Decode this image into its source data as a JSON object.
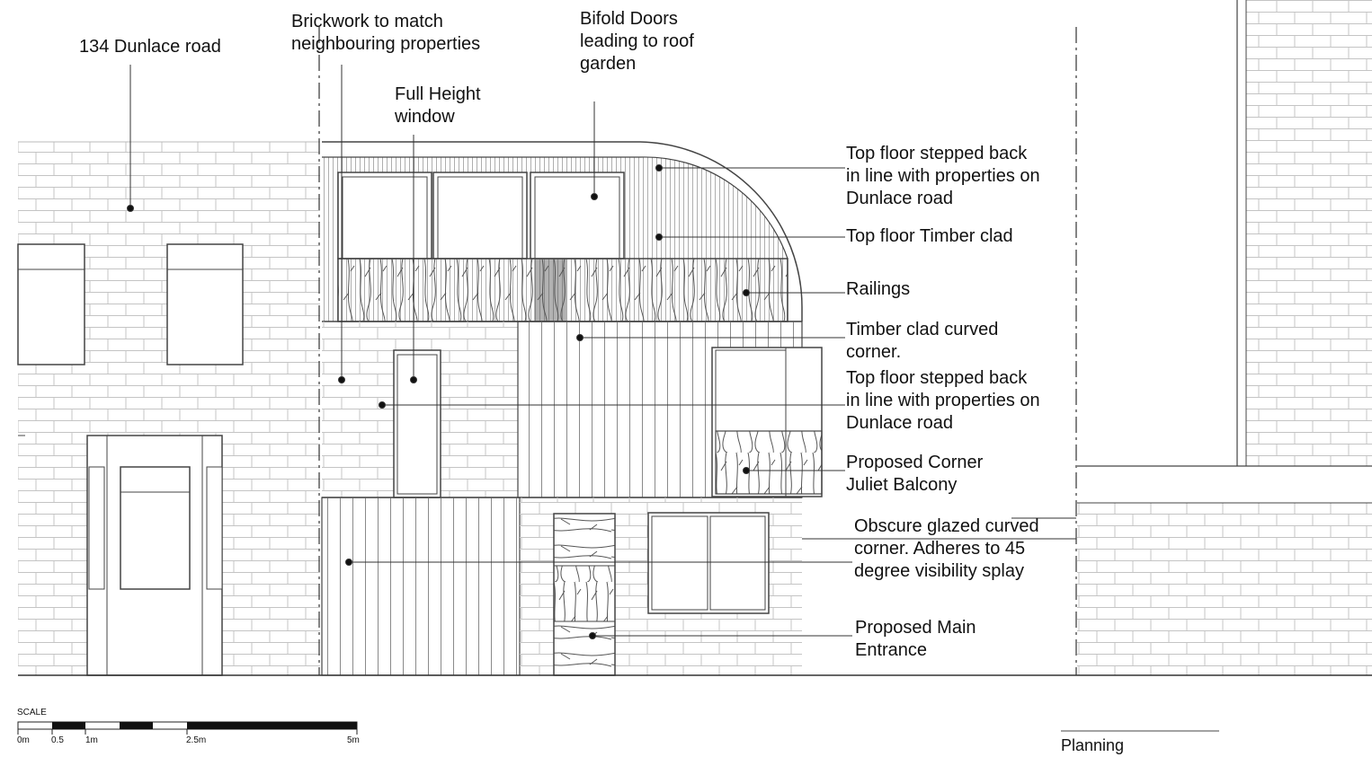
{
  "labels": {
    "neighbour": "134 Dunlace road",
    "brickwork": "Brickwork to match\nneighbouring properties",
    "full_height_window": "Full Height\nwindow",
    "bifold_doors": "Bifold Doors\nleading to roof\ngarden",
    "top_floor_stepped_1": "Top floor stepped back\nin line with properties on\nDunlace road",
    "top_floor_timber": "Top floor Timber clad",
    "railings": "Railings",
    "timber_curved": "Timber clad curved\ncorner.",
    "top_floor_stepped_2": "Top floor stepped back\nin line with properties on\nDunlace road",
    "juliet_balcony": "Proposed Corner\nJuliet Balcony",
    "obscure_glazed": "Obscure glazed curved\ncorner. Adheres to 45\ndegree visibility splay",
    "main_entrance": "Proposed Main\nEntrance"
  },
  "scale_bar": {
    "title": "SCALE",
    "ticks": [
      "0m",
      "0.5",
      "1m",
      "2.5m",
      "5m"
    ]
  },
  "footer": {
    "planning": "Planning"
  },
  "colors": {
    "line": "#3a3a3a",
    "brick": "#c4c4c4",
    "text": "#111111"
  }
}
